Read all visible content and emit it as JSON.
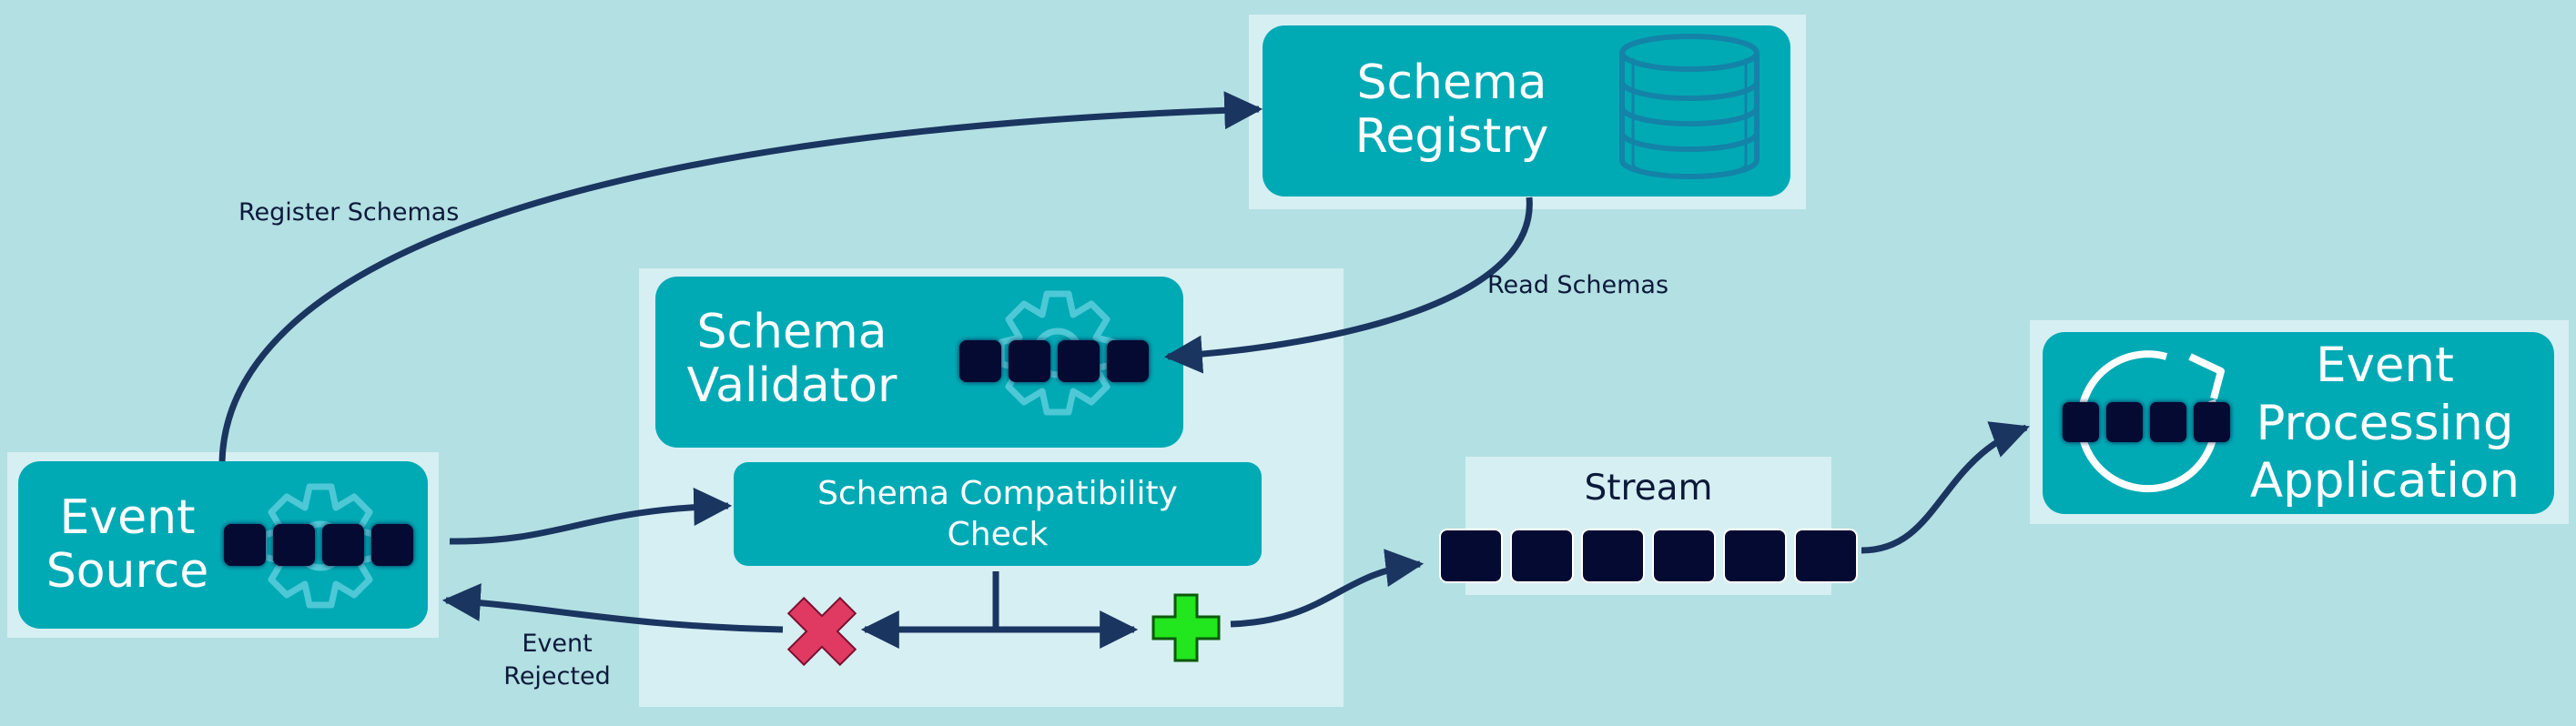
{
  "nodes": {
    "schema_registry": {
      "line1": "Schema",
      "line2": "Registry"
    },
    "schema_validator": {
      "line1": "Schema",
      "line2": "Validator"
    },
    "event_source": {
      "line1": "Event",
      "line2": "Source"
    },
    "compat_check": {
      "line1": "Schema Compatibility",
      "line2": "Check"
    },
    "stream": {
      "title": "Stream"
    },
    "event_processing": {
      "line1": "Event",
      "line2": "Processing",
      "line3": "Application"
    }
  },
  "edges": {
    "register": "Register Schemas",
    "read": "Read Schemas",
    "rejected_line1": "Event",
    "rejected_line2": "Rejected"
  },
  "colors": {
    "background": "#b3e0e3",
    "panel": "#d6eff3",
    "teal": "#00aab5",
    "navy": "#1a3560",
    "event_block": "#050a32",
    "reject": "#e03a62",
    "accept": "#22e61e"
  },
  "icons": [
    "database-icon",
    "gear-icon",
    "refresh-icon",
    "reject-cross-icon",
    "accept-plus-icon"
  ]
}
